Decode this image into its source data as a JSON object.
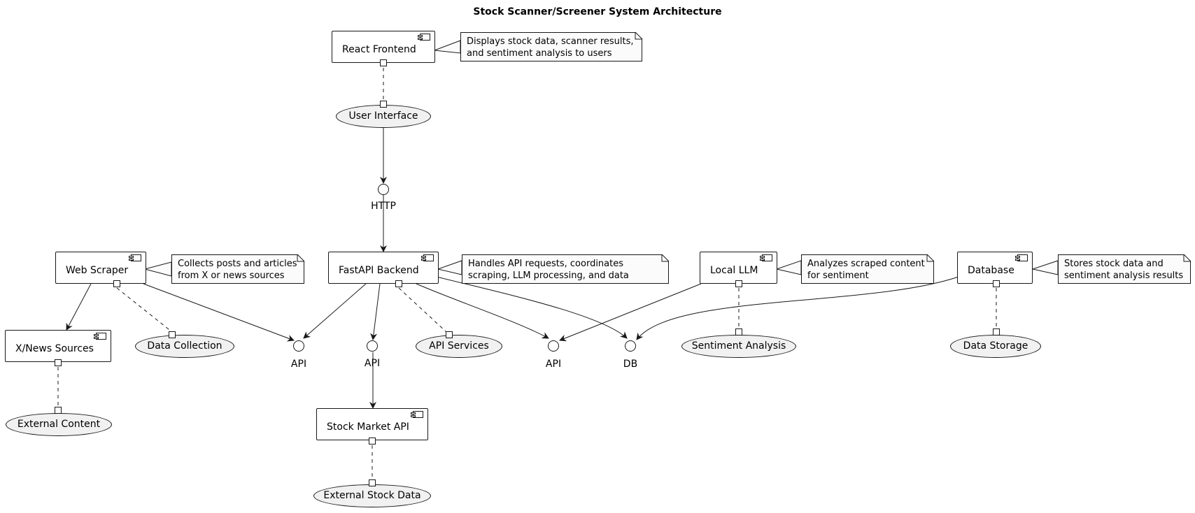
{
  "title": "Stock Scanner/Screener System Architecture",
  "components": {
    "react_frontend": "React Frontend",
    "fastapi_backend": "FastAPI Backend",
    "web_scraper": "Web Scraper",
    "xnews_sources": "X/News Sources",
    "local_llm": "Local LLM",
    "database": "Database",
    "stock_market_api": "Stock Market API"
  },
  "usecases": {
    "user_interface": "User Interface",
    "data_collection": "Data Collection",
    "external_content": "External Content",
    "api_services": "API Services",
    "sentiment_analysis": "Sentiment Analysis",
    "data_storage": "Data Storage",
    "external_stock_data": "External Stock Data"
  },
  "interfaces": {
    "http": "HTTP",
    "api_scraper": "API",
    "api_stock": "API",
    "api_llm": "API",
    "db": "DB"
  },
  "notes": {
    "frontend": "Displays stock data, scanner results,\nand sentiment analysis to users",
    "scraper": "Collects posts and articles\nfrom X or news sources",
    "backend": "Handles API requests, coordinates\nscraping, LLM processing, and data storage",
    "llm": "Analyzes scraped content\nfor sentiment",
    "database": "Stores stock data and\nsentiment analysis results"
  },
  "colors": {
    "line": "#181818",
    "usecase_fill": "#f1f1f1",
    "note_fill": "#fbfbfb"
  }
}
